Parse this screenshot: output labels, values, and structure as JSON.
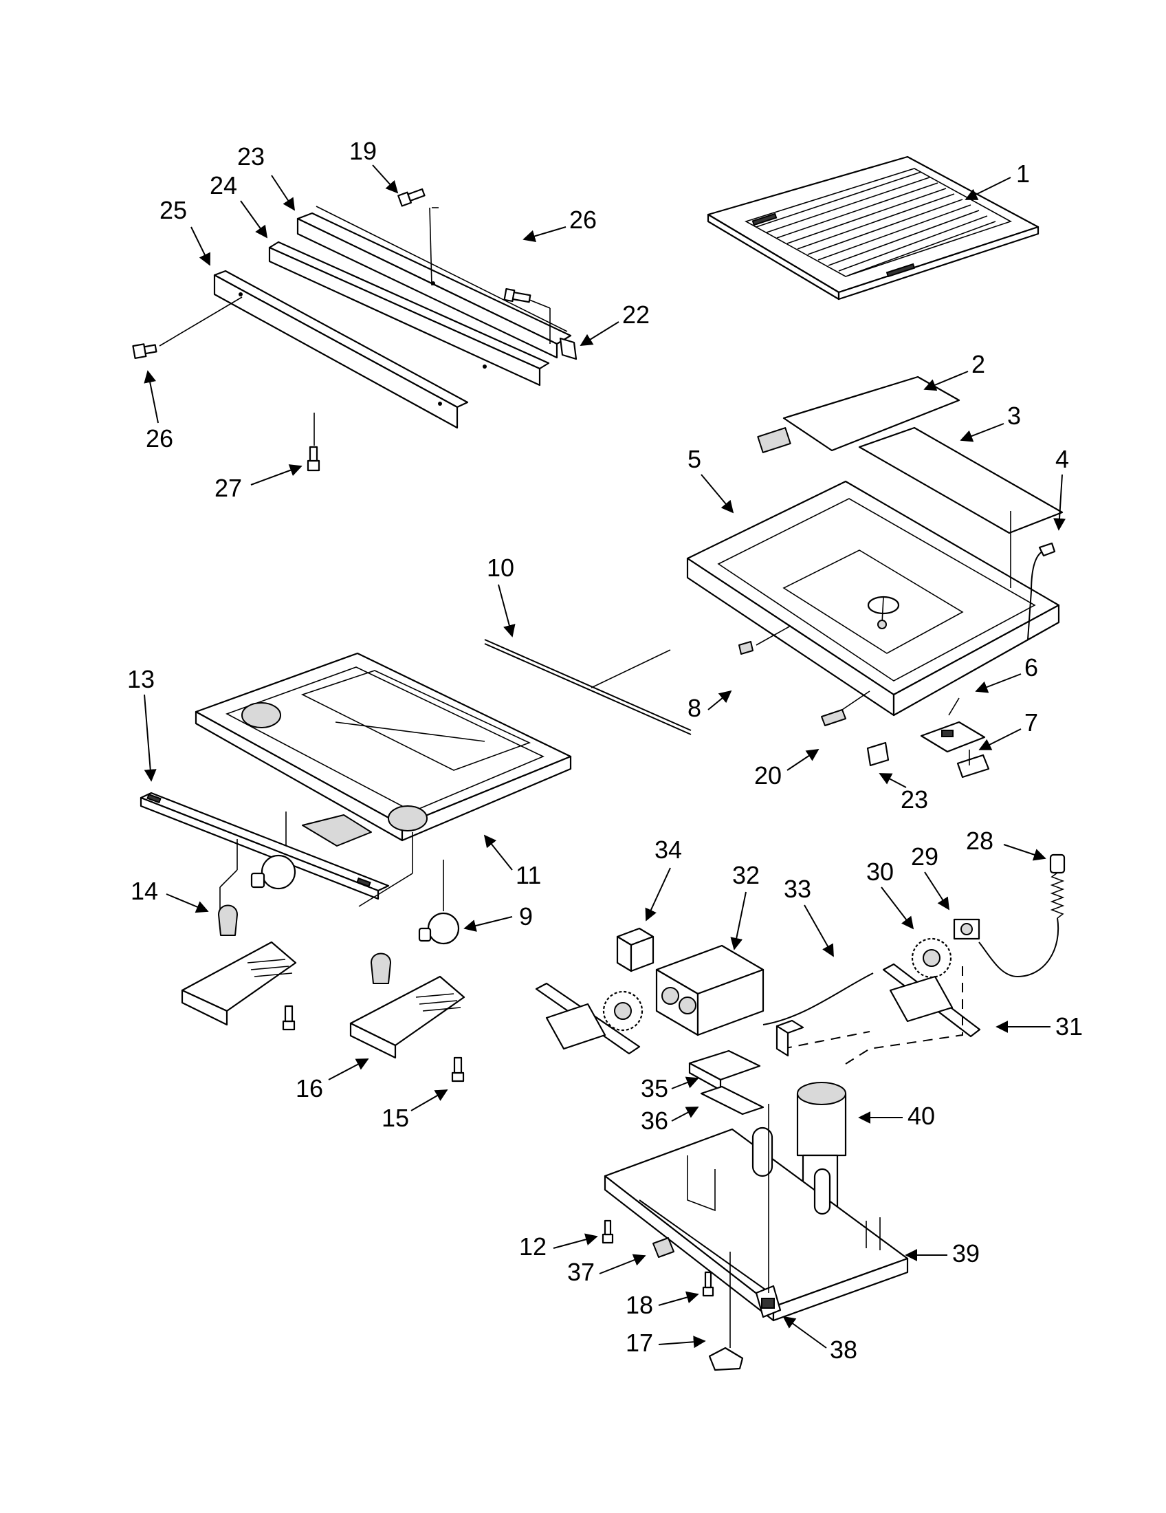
{
  "callouts": [
    {
      "id": "c1",
      "text": "1"
    },
    {
      "id": "c2",
      "text": "2"
    },
    {
      "id": "c3",
      "text": "3"
    },
    {
      "id": "c4",
      "text": "4"
    },
    {
      "id": "c5",
      "text": "5"
    },
    {
      "id": "c6",
      "text": "6"
    },
    {
      "id": "c7",
      "text": "7"
    },
    {
      "id": "c8",
      "text": "8"
    },
    {
      "id": "c9",
      "text": "9"
    },
    {
      "id": "c10",
      "text": "10"
    },
    {
      "id": "c11",
      "text": "11"
    },
    {
      "id": "c12",
      "text": "12"
    },
    {
      "id": "c13",
      "text": "13"
    },
    {
      "id": "c14",
      "text": "14"
    },
    {
      "id": "c15",
      "text": "15"
    },
    {
      "id": "c16",
      "text": "16"
    },
    {
      "id": "c17",
      "text": "17"
    },
    {
      "id": "c18",
      "text": "18"
    },
    {
      "id": "c19",
      "text": "19"
    },
    {
      "id": "c20",
      "text": "20"
    },
    {
      "id": "c22",
      "text": "22"
    },
    {
      "id": "c23a",
      "text": "23"
    },
    {
      "id": "c23b",
      "text": "23"
    },
    {
      "id": "c24",
      "text": "24"
    },
    {
      "id": "c25",
      "text": "25"
    },
    {
      "id": "c26a",
      "text": "26"
    },
    {
      "id": "c26b",
      "text": "26"
    },
    {
      "id": "c27",
      "text": "27"
    },
    {
      "id": "c28",
      "text": "28"
    },
    {
      "id": "c29",
      "text": "29"
    },
    {
      "id": "c30",
      "text": "30"
    },
    {
      "id": "c31",
      "text": "31"
    },
    {
      "id": "c32",
      "text": "32"
    },
    {
      "id": "c33",
      "text": "33"
    },
    {
      "id": "c34",
      "text": "34"
    },
    {
      "id": "c35",
      "text": "35"
    },
    {
      "id": "c36",
      "text": "36"
    },
    {
      "id": "c37",
      "text": "37"
    },
    {
      "id": "c38",
      "text": "38"
    },
    {
      "id": "c39",
      "text": "39"
    },
    {
      "id": "c40",
      "text": "40"
    }
  ]
}
